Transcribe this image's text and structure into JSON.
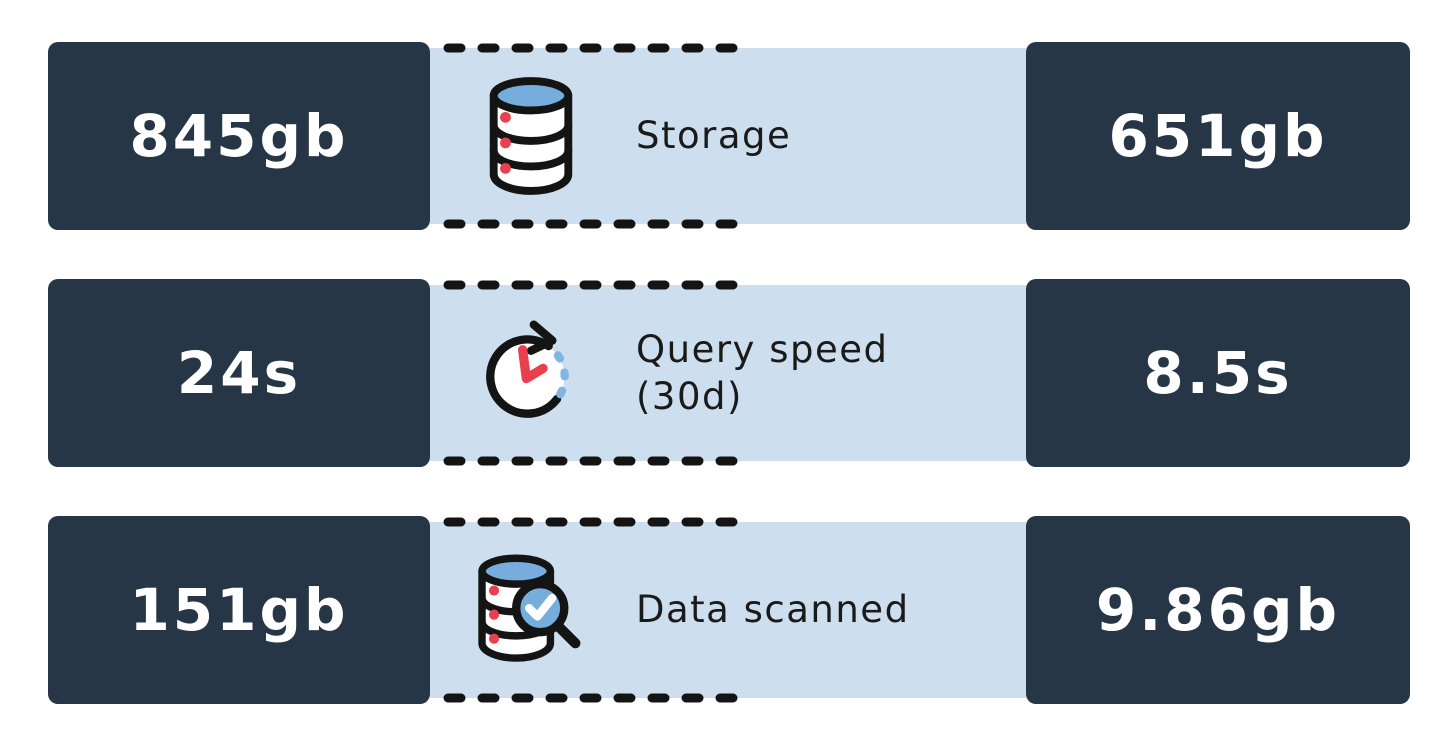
{
  "colors": {
    "background": "#ffffff",
    "value_box": "#263646",
    "panel": "#cddfee",
    "dash_border": "#141414",
    "value_text": "#ffffff",
    "label_text": "#1a1a1a",
    "icon_blue": "#77addd",
    "icon_red": "#e8404e",
    "icon_dash_blue": "#82b4e4"
  },
  "rows": [
    {
      "metric": "Storage",
      "left_value": "845gb",
      "right_value": "651gb",
      "icon": "database-icon"
    },
    {
      "metric": "Query speed (30d)",
      "left_value": "24s",
      "right_value": "8.5s",
      "icon": "clock-refresh-icon"
    },
    {
      "metric": "Data scanned",
      "left_value": "151gb",
      "right_value": "9.86gb",
      "icon": "database-search-icon"
    }
  ]
}
